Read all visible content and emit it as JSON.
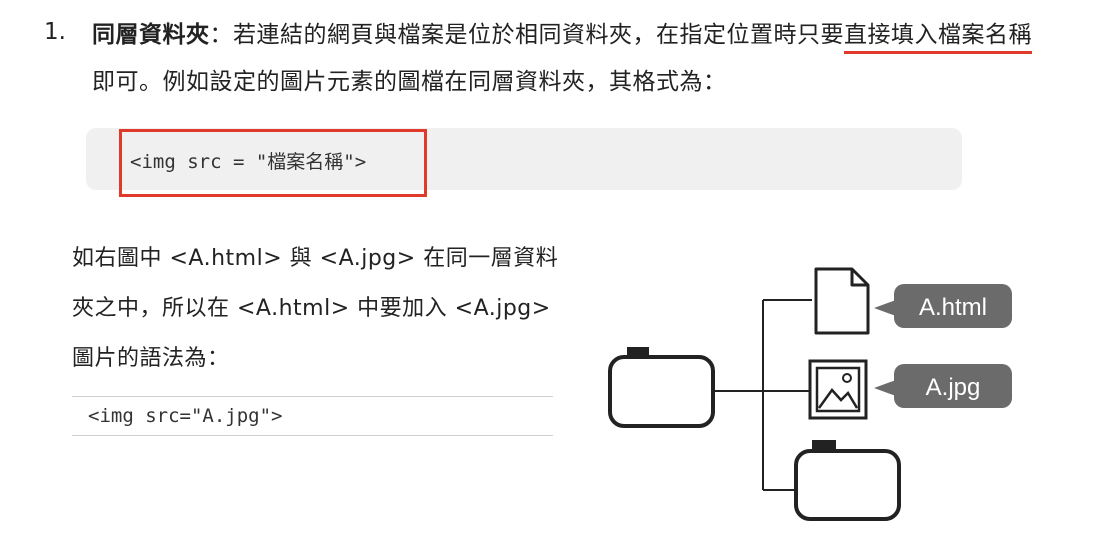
{
  "item": {
    "number": "1.",
    "title": "同層資料夾",
    "sep": "：",
    "text_before": "若連結的網頁與檔案是位於相同資料夾，在指定位置時只要",
    "emphasis": "直接填入檔案名稱",
    "text_after": "即可。例如設定的圖片元素的圖檔在同層資料夾，其格式為："
  },
  "code_block_1": "<img src = \"檔案名稱\">",
  "paragraph2": {
    "t1": "如右圖中 ",
    "c1": "<A.html>",
    "t2": " 與 ",
    "c2": "<A.jpg>",
    "t3": " 在同一層資料夾之中，所以在 ",
    "c3": "<A.html>",
    "t4": " 中要加入 ",
    "c4": "<A.jpg>",
    "t5": " 圖片的語法為："
  },
  "code_block_2": "<img src=\"A.jpg\">",
  "diagram": {
    "file_label": "A.html",
    "image_label": "A.jpg",
    "label_color": "#6b6b6b",
    "accent_color": "#e03a2a"
  }
}
